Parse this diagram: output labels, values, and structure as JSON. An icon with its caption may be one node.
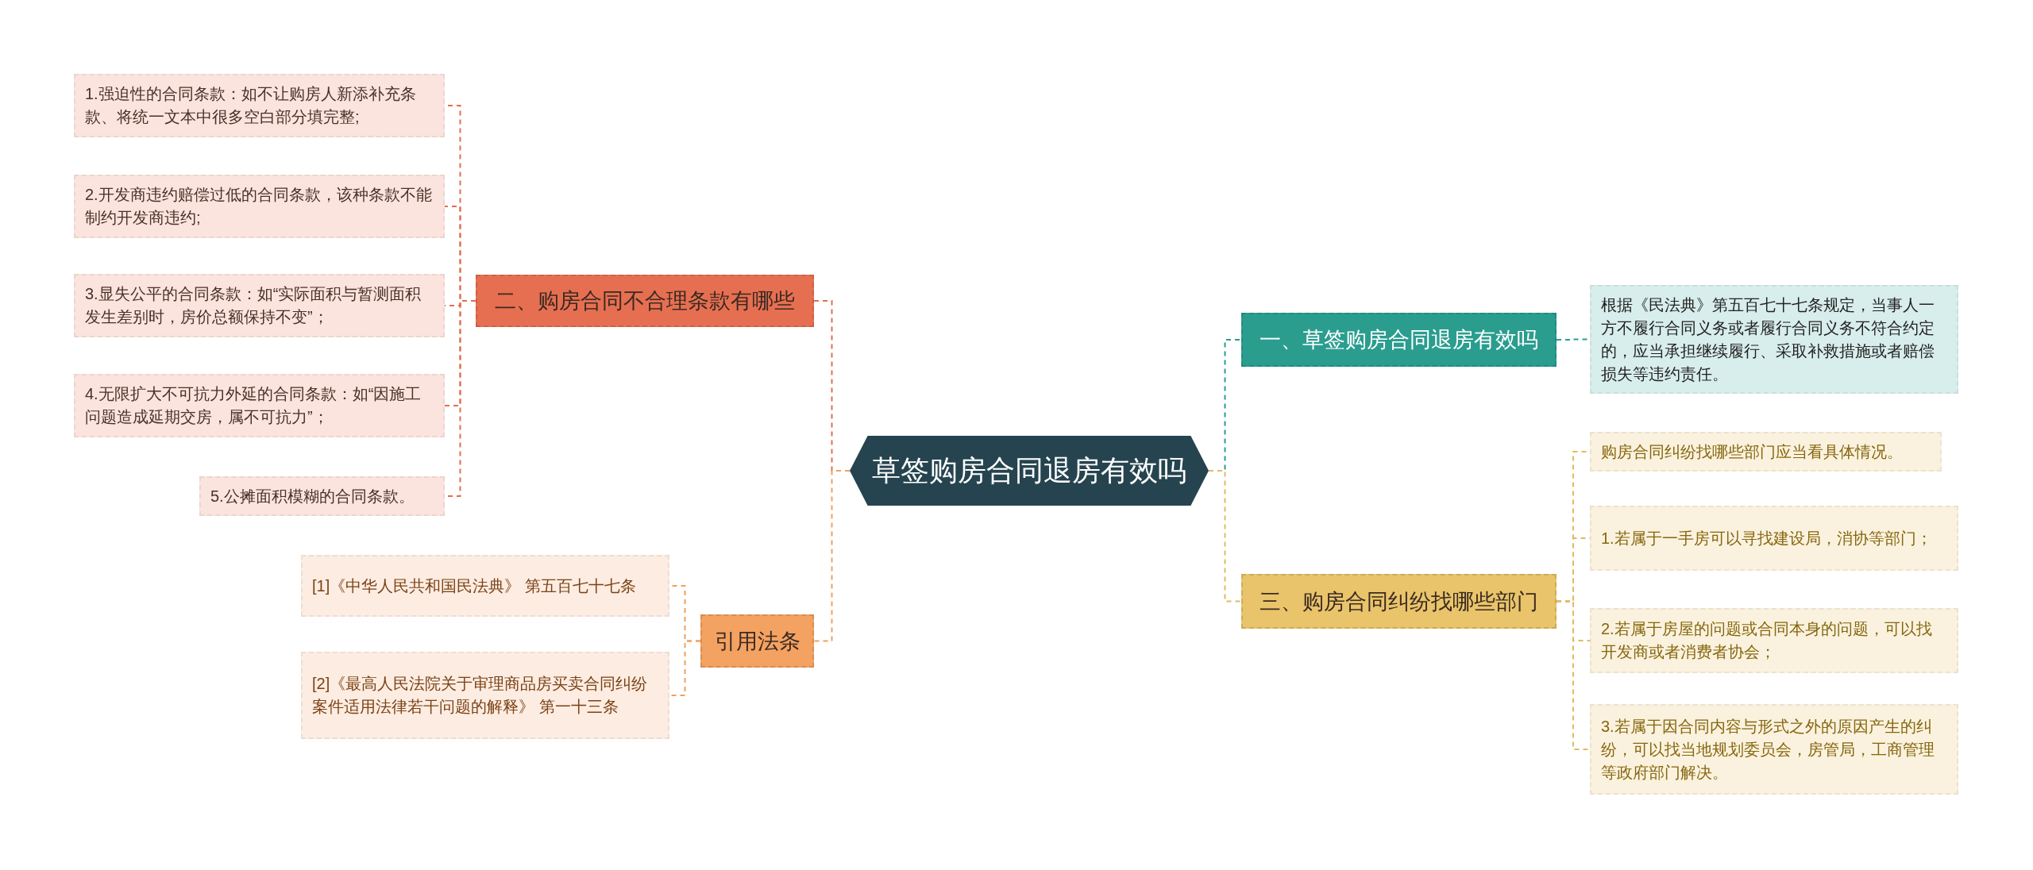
{
  "diagram": {
    "nodes": [
      {
        "text": [
          "草签购房合同退房有效吗"
        ]
      },
      {
        "text": [
          "二、购房合同不合理条款有哪些"
        ]
      },
      {
        "text": [
          "1.强迫性的合同条款：如不让购房人新添补充条款、将统一文本中很多空白部分填完整;"
        ]
      },
      {
        "text": [
          "2.开发商违约赔偿过低的合同条款，该种条款不能制约开发商违约;"
        ]
      },
      {
        "text": [
          "3.显失公平的合同条款：如“实际面积与暂测面积发生差别时，房价总额保持不变”；"
        ]
      },
      {
        "text": [
          "4.无限扩大不可抗力外延的合同条款：如“因施工问题造成延期交房，属不可抗力”；"
        ]
      },
      {
        "text": [
          "5.公摊面积模糊的合同条款。"
        ]
      },
      {
        "text": [
          "引用法条"
        ]
      },
      {
        "text": [
          "[1]《中华人民共和国民法典》 第五百七十七条"
        ]
      },
      {
        "text": [
          "[2]《最高人民法院关于审理商品房买卖合同纠纷案件适用法律若干问题的解释》 第一十三条"
        ]
      },
      {
        "text": [
          "一、草签购房合同退房有效吗"
        ]
      },
      {
        "text": [
          "根据《民法典》第五百七十七条规定，当事人一方不履行合同义务或者履行合同义务不符合约定的，应当承担继续履行、采取补救措施或者赔偿损失等违约责任。"
        ]
      },
      {
        "text": [
          "三、购房合同纠纷找哪些部门"
        ]
      },
      {
        "text": [
          "购房合同纠纷找哪些部门应当看具体情况。"
        ]
      },
      {
        "text": [
          "1.若属于一手房可以寻找建设局，消协等部门；"
        ]
      },
      {
        "text": [
          "2.若属于房屋的问题或合同本身的问题，可以找开发商或者消费者协会；"
        ]
      },
      {
        "text": [
          "3.若属于因合同内容与形式之外的原因产生的纠纷，可以找当地规划委员会，房管局，工商管理等政府部门解决。"
        ]
      }
    ],
    "edges": [
      {
        "from": 0,
        "to": 1,
        "arrow": "none",
        "style": "dashed",
        "color": "#e07050"
      },
      {
        "from": 1,
        "to": 2,
        "arrow": "none",
        "style": "dashed",
        "color": "#e07050"
      },
      {
        "from": 1,
        "to": 3,
        "arrow": "none",
        "style": "dashed",
        "color": "#e07050"
      },
      {
        "from": 1,
        "to": 4,
        "arrow": "none",
        "style": "dashed",
        "color": "#e07050"
      },
      {
        "from": 1,
        "to": 5,
        "arrow": "none",
        "style": "dashed",
        "color": "#e07050"
      },
      {
        "from": 1,
        "to": 6,
        "arrow": "none",
        "style": "dashed",
        "color": "#e07050"
      },
      {
        "from": 0,
        "to": 7,
        "arrow": "none",
        "style": "dashed",
        "color": "#eea060"
      },
      {
        "from": 7,
        "to": 8,
        "arrow": "none",
        "style": "dashed",
        "color": "#eea060"
      },
      {
        "from": 7,
        "to": 9,
        "arrow": "none",
        "style": "dashed",
        "color": "#eea060"
      },
      {
        "from": 0,
        "to": 10,
        "arrow": "none",
        "style": "dashed",
        "color": "#2a9d8f"
      },
      {
        "from": 10,
        "to": 11,
        "arrow": "none",
        "style": "dashed",
        "color": "#2a9d8f"
      },
      {
        "from": 0,
        "to": 12,
        "arrow": "none",
        "style": "dashed",
        "color": "#e0bb60"
      },
      {
        "from": 12,
        "to": 13,
        "arrow": "none",
        "style": "dashed",
        "color": "#e0bb60"
      },
      {
        "from": 12,
        "to": 14,
        "arrow": "none",
        "style": "dashed",
        "color": "#e0bb60"
      },
      {
        "from": 12,
        "to": 15,
        "arrow": "none",
        "style": "dashed",
        "color": "#e0bb60"
      },
      {
        "from": 12,
        "to": 16,
        "arrow": "none",
        "style": "dashed",
        "color": "#e0bb60"
      }
    ]
  }
}
